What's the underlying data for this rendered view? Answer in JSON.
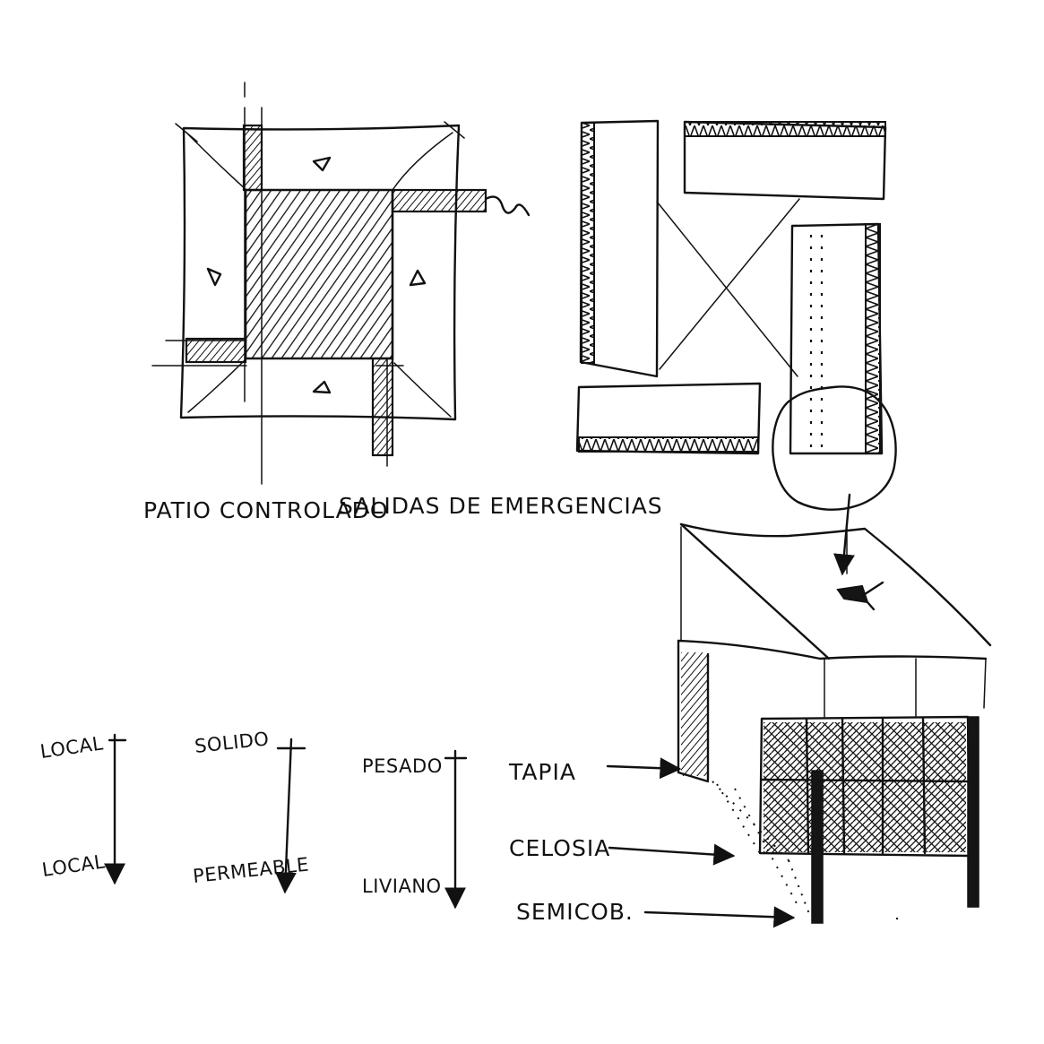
{
  "labels": {
    "patio": "PATIO CONTROLADO",
    "salidas": "SALIDAS DE EMERGENCIAS",
    "scale1_top": "LOCAL",
    "scale1_bottom": "LOCAL",
    "scale2_top": "SOLIDO",
    "scale2_bottom": "PERMEABLE",
    "scale3_top": "PESADO",
    "scale3_bottom": "LIVIANO",
    "tapia": "TAPIA",
    "celosia": "CELOSIA",
    "semicob": "SEMICOB."
  }
}
